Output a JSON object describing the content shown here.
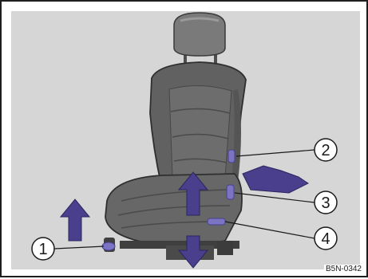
{
  "figure": {
    "code": "B5N-0342",
    "colors": {
      "background": "#d6d6d6",
      "seat": "#5e5e5e",
      "seat_light": "#8a8a8a",
      "arrow": "#4a3f8c",
      "control": "#7a74c2"
    },
    "callouts": [
      {
        "number": "1",
        "target": "seat-height lever"
      },
      {
        "number": "2",
        "target": "lumbar support"
      },
      {
        "number": "3",
        "target": "backrest recline"
      },
      {
        "number": "4",
        "target": "fore-aft adjustment"
      }
    ]
  }
}
